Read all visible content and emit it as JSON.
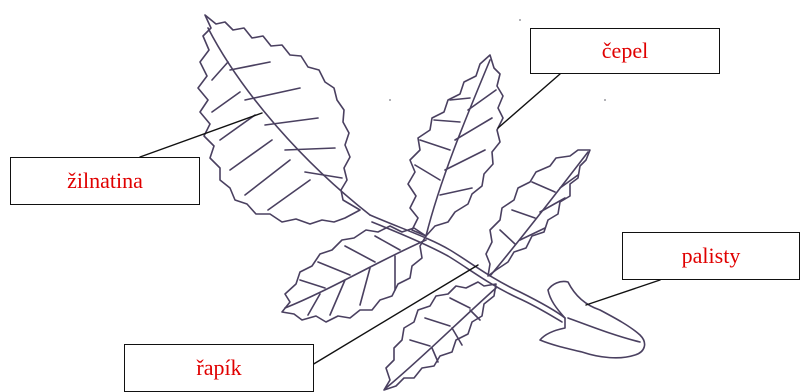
{
  "labels": {
    "cepel": "čepel",
    "zilnatina": "žilnatina",
    "palisty": "palisty",
    "rapik": "řapík"
  },
  "colors": {
    "label_text": "#e00000",
    "outline": "#4a4060",
    "box_border": "#111111"
  }
}
